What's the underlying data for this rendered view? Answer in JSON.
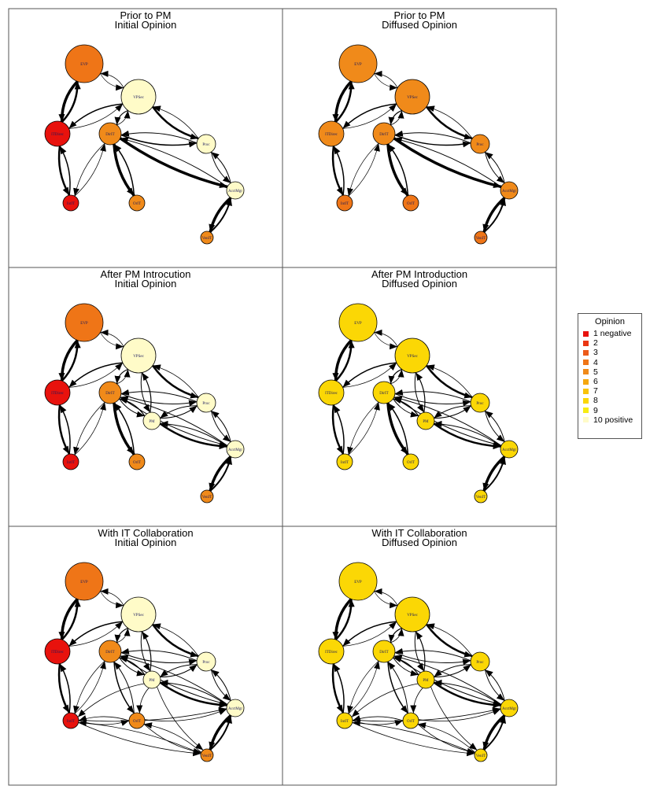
{
  "panels": [
    {
      "title": [
        "Prior to PM",
        "Initial Opinion"
      ],
      "has_pm": false,
      "opinions": {
        "EVP": 4,
        "VPSec": 10,
        "ITDirec": 1,
        "DirIT": 5,
        "Proc": 10,
        "AcctMgr": 10,
        "IntIT": 1,
        "OrIT": 5,
        "VenIT": 5
      },
      "edges": [
        [
          "EVP",
          "ITDirec",
          3.5
        ],
        [
          "ITDirec",
          "EVP",
          2.5
        ],
        [
          "EVP",
          "VPSec",
          0.7
        ],
        [
          "VPSec",
          "EVP",
          0.7
        ],
        [
          "VPSec",
          "ITDirec",
          1.5
        ],
        [
          "ITDirec",
          "VPSec",
          0.8
        ],
        [
          "VPSec",
          "DirIT",
          1.2
        ],
        [
          "DirIT",
          "VPSec",
          0.8
        ],
        [
          "VPSec",
          "Proc",
          2.5
        ],
        [
          "Proc",
          "VPSec",
          0.8
        ],
        [
          "DirIT",
          "Proc",
          1.5
        ],
        [
          "Proc",
          "DirIT",
          1.0
        ],
        [
          "DirIT",
          "AcctMgr",
          3.5
        ],
        [
          "AcctMgr",
          "DirIT",
          1.0
        ],
        [
          "DirIT",
          "OrIT",
          3.5
        ],
        [
          "OrIT",
          "DirIT",
          1.5
        ],
        [
          "DirIT",
          "IntIT",
          0.7
        ],
        [
          "IntIT",
          "DirIT",
          0.7
        ],
        [
          "ITDirec",
          "IntIT",
          2.5
        ],
        [
          "IntIT",
          "ITDirec",
          1.5
        ],
        [
          "Proc",
          "AcctMgr",
          1.0
        ],
        [
          "AcctMgr",
          "Proc",
          1.0
        ],
        [
          "AcctMgr",
          "VenIT",
          3.5
        ],
        [
          "VenIT",
          "AcctMgr",
          2.0
        ]
      ]
    },
    {
      "title": [
        "Prior to PM",
        "Diffused Opinion"
      ],
      "has_pm": false,
      "opinions": {
        "EVP": 5,
        "VPSec": 5,
        "ITDirec": 5,
        "DirIT": 5,
        "Proc": 5,
        "AcctMgr": 5,
        "IntIT": 4,
        "OrIT": 4,
        "VenIT": 4
      },
      "edges": [
        [
          "EVP",
          "ITDirec",
          3.5
        ],
        [
          "ITDirec",
          "EVP",
          2.5
        ],
        [
          "EVP",
          "VPSec",
          0.7
        ],
        [
          "VPSec",
          "EVP",
          0.7
        ],
        [
          "VPSec",
          "ITDirec",
          1.5
        ],
        [
          "ITDirec",
          "VPSec",
          0.8
        ],
        [
          "VPSec",
          "DirIT",
          1.2
        ],
        [
          "DirIT",
          "VPSec",
          0.8
        ],
        [
          "VPSec",
          "Proc",
          2.5
        ],
        [
          "Proc",
          "VPSec",
          0.8
        ],
        [
          "DirIT",
          "Proc",
          1.5
        ],
        [
          "Proc",
          "DirIT",
          1.0
        ],
        [
          "DirIT",
          "AcctMgr",
          3.5
        ],
        [
          "AcctMgr",
          "DirIT",
          1.0
        ],
        [
          "DirIT",
          "OrIT",
          3.5
        ],
        [
          "OrIT",
          "DirIT",
          1.5
        ],
        [
          "DirIT",
          "IntIT",
          0.7
        ],
        [
          "IntIT",
          "DirIT",
          0.7
        ],
        [
          "ITDirec",
          "IntIT",
          2.5
        ],
        [
          "IntIT",
          "ITDirec",
          1.5
        ],
        [
          "Proc",
          "AcctMgr",
          1.0
        ],
        [
          "AcctMgr",
          "Proc",
          1.0
        ],
        [
          "AcctMgr",
          "VenIT",
          3.5
        ],
        [
          "VenIT",
          "AcctMgr",
          2.0
        ]
      ]
    },
    {
      "title": [
        "After PM Introcution",
        "Initial Opinion"
      ],
      "has_pm": true,
      "opinions": {
        "EVP": 4,
        "VPSec": 10,
        "ITDirec": 1,
        "DirIT": 5,
        "Proc": 10,
        "AcctMgr": 10,
        "IntIT": 1,
        "OrIT": 5,
        "VenIT": 5,
        "PM": 10
      },
      "edges": [
        [
          "EVP",
          "ITDirec",
          3.5
        ],
        [
          "ITDirec",
          "EVP",
          2.5
        ],
        [
          "EVP",
          "VPSec",
          0.7
        ],
        [
          "VPSec",
          "EVP",
          0.7
        ],
        [
          "VPSec",
          "ITDirec",
          1.5
        ],
        [
          "ITDirec",
          "VPSec",
          0.8
        ],
        [
          "VPSec",
          "DirIT",
          1.2
        ],
        [
          "DirIT",
          "VPSec",
          0.8
        ],
        [
          "VPSec",
          "Proc",
          2.5
        ],
        [
          "Proc",
          "VPSec",
          0.8
        ],
        [
          "DirIT",
          "Proc",
          1.0
        ],
        [
          "Proc",
          "DirIT",
          1.0
        ],
        [
          "DirIT",
          "AcctMgr",
          1.0
        ],
        [
          "AcctMgr",
          "DirIT",
          1.0
        ],
        [
          "DirIT",
          "OrIT",
          3.5
        ],
        [
          "OrIT",
          "DirIT",
          1.5
        ],
        [
          "DirIT",
          "IntIT",
          0.7
        ],
        [
          "IntIT",
          "DirIT",
          0.7
        ],
        [
          "ITDirec",
          "IntIT",
          2.5
        ],
        [
          "IntIT",
          "ITDirec",
          1.5
        ],
        [
          "Proc",
          "AcctMgr",
          1.0
        ],
        [
          "AcctMgr",
          "Proc",
          1.0
        ],
        [
          "AcctMgr",
          "VenIT",
          3.5
        ],
        [
          "VenIT",
          "AcctMgr",
          2.0
        ],
        [
          "PM",
          "DirIT",
          1.2
        ],
        [
          "DirIT",
          "PM",
          1.0
        ],
        [
          "PM",
          "VPSec",
          1.2
        ],
        [
          "VPSec",
          "PM",
          1.0
        ],
        [
          "PM",
          "Proc",
          1.0
        ],
        [
          "Proc",
          "PM",
          1.0
        ],
        [
          "PM",
          "AcctMgr",
          2.5
        ],
        [
          "AcctMgr",
          "PM",
          1.0
        ]
      ]
    },
    {
      "title": [
        "After PM Introduction",
        "Diffused Opinion"
      ],
      "has_pm": true,
      "opinions": {
        "EVP": 8,
        "VPSec": 8,
        "ITDirec": 8,
        "DirIT": 8,
        "Proc": 8,
        "AcctMgr": 8,
        "IntIT": 8,
        "OrIT": 8,
        "VenIT": 8,
        "PM": 8
      },
      "edges": [
        [
          "EVP",
          "ITDirec",
          3.5
        ],
        [
          "ITDirec",
          "EVP",
          2.5
        ],
        [
          "EVP",
          "VPSec",
          0.7
        ],
        [
          "VPSec",
          "EVP",
          0.7
        ],
        [
          "VPSec",
          "ITDirec",
          1.5
        ],
        [
          "ITDirec",
          "VPSec",
          0.8
        ],
        [
          "VPSec",
          "DirIT",
          1.2
        ],
        [
          "DirIT",
          "VPSec",
          0.8
        ],
        [
          "VPSec",
          "Proc",
          2.5
        ],
        [
          "Proc",
          "VPSec",
          0.8
        ],
        [
          "DirIT",
          "Proc",
          1.0
        ],
        [
          "Proc",
          "DirIT",
          1.0
        ],
        [
          "DirIT",
          "AcctMgr",
          1.0
        ],
        [
          "AcctMgr",
          "DirIT",
          1.0
        ],
        [
          "DirIT",
          "OrIT",
          3.5
        ],
        [
          "OrIT",
          "DirIT",
          1.5
        ],
        [
          "DirIT",
          "IntIT",
          0.7
        ],
        [
          "IntIT",
          "DirIT",
          0.7
        ],
        [
          "ITDirec",
          "IntIT",
          2.5
        ],
        [
          "IntIT",
          "ITDirec",
          1.5
        ],
        [
          "Proc",
          "AcctMgr",
          1.0
        ],
        [
          "AcctMgr",
          "Proc",
          1.0
        ],
        [
          "AcctMgr",
          "VenIT",
          3.5
        ],
        [
          "VenIT",
          "AcctMgr",
          2.0
        ],
        [
          "PM",
          "DirIT",
          1.2
        ],
        [
          "DirIT",
          "PM",
          1.0
        ],
        [
          "PM",
          "VPSec",
          1.2
        ],
        [
          "VPSec",
          "PM",
          1.0
        ],
        [
          "PM",
          "Proc",
          1.0
        ],
        [
          "Proc",
          "PM",
          1.0
        ],
        [
          "PM",
          "AcctMgr",
          2.5
        ],
        [
          "AcctMgr",
          "PM",
          1.0
        ]
      ]
    },
    {
      "title": [
        "With IT Collaboration",
        "Initial Opinion"
      ],
      "has_pm": true,
      "opinions": {
        "EVP": 4,
        "VPSec": 10,
        "ITDirec": 1,
        "DirIT": 5,
        "Proc": 10,
        "AcctMgr": 10,
        "IntIT": 1,
        "OrIT": 5,
        "VenIT": 5,
        "PM": 10
      },
      "edges": [
        [
          "EVP",
          "ITDirec",
          3.5
        ],
        [
          "ITDirec",
          "EVP",
          2.5
        ],
        [
          "EVP",
          "VPSec",
          0.7
        ],
        [
          "VPSec",
          "EVP",
          0.7
        ],
        [
          "VPSec",
          "ITDirec",
          1.5
        ],
        [
          "ITDirec",
          "VPSec",
          0.8
        ],
        [
          "VPSec",
          "DirIT",
          1.2
        ],
        [
          "DirIT",
          "VPSec",
          0.8
        ],
        [
          "VPSec",
          "Proc",
          2.5
        ],
        [
          "Proc",
          "VPSec",
          0.8
        ],
        [
          "DirIT",
          "Proc",
          1.0
        ],
        [
          "Proc",
          "DirIT",
          1.0
        ],
        [
          "DirIT",
          "AcctMgr",
          1.0
        ],
        [
          "AcctMgr",
          "DirIT",
          1.0
        ],
        [
          "DirIT",
          "OrIT",
          1.5
        ],
        [
          "OrIT",
          "DirIT",
          1.0
        ],
        [
          "DirIT",
          "IntIT",
          0.7
        ],
        [
          "IntIT",
          "DirIT",
          0.7
        ],
        [
          "ITDirec",
          "IntIT",
          2.5
        ],
        [
          "IntIT",
          "ITDirec",
          1.5
        ],
        [
          "Proc",
          "AcctMgr",
          1.0
        ],
        [
          "AcctMgr",
          "Proc",
          1.0
        ],
        [
          "AcctMgr",
          "VenIT",
          3.5
        ],
        [
          "VenIT",
          "AcctMgr",
          2.0
        ],
        [
          "PM",
          "DirIT",
          1.2
        ],
        [
          "DirIT",
          "PM",
          1.0
        ],
        [
          "PM",
          "VPSec",
          1.2
        ],
        [
          "VPSec",
          "PM",
          1.0
        ],
        [
          "PM",
          "Proc",
          1.0
        ],
        [
          "Proc",
          "PM",
          1.0
        ],
        [
          "PM",
          "AcctMgr",
          2.5
        ],
        [
          "AcctMgr",
          "PM",
          1.0
        ],
        [
          "IntIT",
          "OrIT",
          0.8
        ],
        [
          "OrIT",
          "IntIT",
          0.8
        ],
        [
          "IntIT",
          "VenIT",
          0.8
        ],
        [
          "VenIT",
          "IntIT",
          0.8
        ],
        [
          "OrIT",
          "VenIT",
          0.8
        ],
        [
          "VenIT",
          "OrIT",
          0.8
        ],
        [
          "PM",
          "IntIT",
          0.8
        ],
        [
          "PM",
          "OrIT",
          0.8
        ],
        [
          "PM",
          "VenIT",
          0.8
        ],
        [
          "IntIT",
          "AcctMgr",
          0.8
        ],
        [
          "OrIT",
          "AcctMgr",
          0.8
        ]
      ]
    },
    {
      "title": [
        "With IT Collaboration",
        "Diffused Opinion"
      ],
      "has_pm": true,
      "opinions": {
        "EVP": 8,
        "VPSec": 8,
        "ITDirec": 8,
        "DirIT": 8,
        "Proc": 8,
        "AcctMgr": 8,
        "IntIT": 8,
        "OrIT": 8,
        "VenIT": 8,
        "PM": 8
      },
      "edges": [
        [
          "EVP",
          "ITDirec",
          3.5
        ],
        [
          "ITDirec",
          "EVP",
          2.5
        ],
        [
          "EVP",
          "VPSec",
          0.7
        ],
        [
          "VPSec",
          "EVP",
          0.7
        ],
        [
          "VPSec",
          "ITDirec",
          1.5
        ],
        [
          "ITDirec",
          "VPSec",
          0.8
        ],
        [
          "VPSec",
          "DirIT",
          1.2
        ],
        [
          "DirIT",
          "VPSec",
          0.8
        ],
        [
          "VPSec",
          "Proc",
          2.5
        ],
        [
          "Proc",
          "VPSec",
          0.8
        ],
        [
          "DirIT",
          "Proc",
          1.0
        ],
        [
          "Proc",
          "DirIT",
          1.0
        ],
        [
          "DirIT",
          "AcctMgr",
          1.0
        ],
        [
          "AcctMgr",
          "DirIT",
          1.0
        ],
        [
          "DirIT",
          "OrIT",
          1.5
        ],
        [
          "OrIT",
          "DirIT",
          1.0
        ],
        [
          "DirIT",
          "IntIT",
          0.7
        ],
        [
          "IntIT",
          "DirIT",
          0.7
        ],
        [
          "ITDirec",
          "IntIT",
          2.5
        ],
        [
          "IntIT",
          "ITDirec",
          1.5
        ],
        [
          "Proc",
          "AcctMgr",
          1.0
        ],
        [
          "AcctMgr",
          "Proc",
          1.0
        ],
        [
          "AcctMgr",
          "VenIT",
          3.5
        ],
        [
          "VenIT",
          "AcctMgr",
          2.0
        ],
        [
          "PM",
          "DirIT",
          1.2
        ],
        [
          "DirIT",
          "PM",
          1.0
        ],
        [
          "PM",
          "VPSec",
          1.2
        ],
        [
          "VPSec",
          "PM",
          1.0
        ],
        [
          "PM",
          "Proc",
          1.0
        ],
        [
          "Proc",
          "PM",
          1.0
        ],
        [
          "PM",
          "AcctMgr",
          2.5
        ],
        [
          "AcctMgr",
          "PM",
          1.0
        ],
        [
          "IntIT",
          "OrIT",
          0.8
        ],
        [
          "OrIT",
          "IntIT",
          0.8
        ],
        [
          "IntIT",
          "VenIT",
          0.8
        ],
        [
          "VenIT",
          "IntIT",
          0.8
        ],
        [
          "OrIT",
          "VenIT",
          0.8
        ],
        [
          "VenIT",
          "OrIT",
          0.8
        ],
        [
          "PM",
          "IntIT",
          0.8
        ],
        [
          "PM",
          "OrIT",
          0.8
        ],
        [
          "PM",
          "VenIT",
          0.8
        ],
        [
          "IntIT",
          "AcctMgr",
          0.8
        ],
        [
          "OrIT",
          "AcctMgr",
          0.8
        ]
      ]
    }
  ],
  "legend": {
    "title": "Opinion",
    "items": [
      {
        "label": "1 negative",
        "color": "#e8120d"
      },
      {
        "label": "2",
        "color": "#ea3612"
      },
      {
        "label": "3",
        "color": "#ec5a1a"
      },
      {
        "label": "4",
        "color": "#ef7517"
      },
      {
        "label": "5",
        "color": "#f08a1a"
      },
      {
        "label": "6",
        "color": "#f5a70f"
      },
      {
        "label": "7",
        "color": "#f9c30a"
      },
      {
        "label": "8",
        "color": "#fbd705"
      },
      {
        "label": "9",
        "color": "#f7ec12"
      },
      {
        "label": "10 positive",
        "color": "#fffbc8"
      }
    ]
  }
}
